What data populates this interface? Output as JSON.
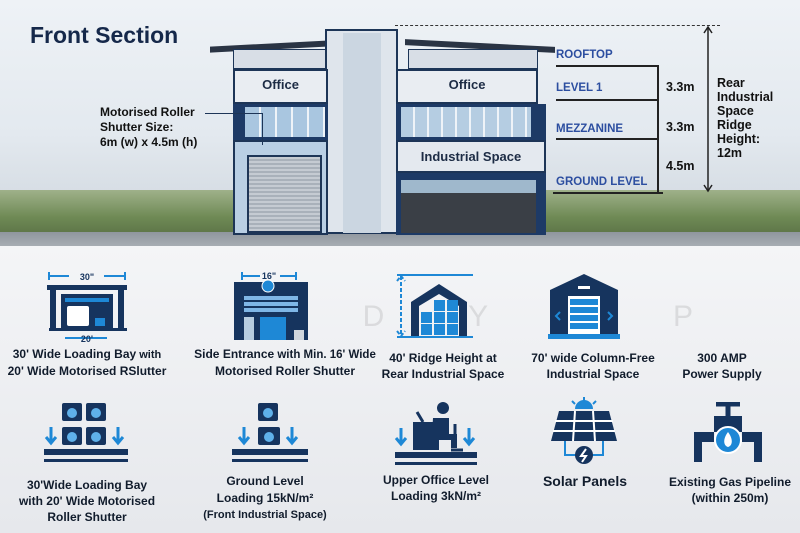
{
  "title": "Front Section",
  "building": {
    "office_left": "Office",
    "office_right": "Office",
    "industrial_space": "Industrial Space",
    "shutter_note": [
      "Motorised Roller",
      "Shutter Size:",
      "6m (w) x 4.5m (h)"
    ]
  },
  "levels": [
    "ROOFTOP",
    "LEVEL 1",
    "MEZZANINE",
    "GROUND LEVEL"
  ],
  "level_heights": [
    "3.3m",
    "3.3m",
    "4.5m"
  ],
  "ridge_note": [
    "Rear",
    "Industrial",
    "Space",
    "Ridge",
    "Height:",
    "12m"
  ],
  "watermark": "O D Y A P",
  "colors": {
    "navy": "#16345e",
    "blue": "#1e88d6",
    "level_text": "#2c4ea0"
  },
  "features_row1": [
    {
      "icon": "loading-bay-icon",
      "dims": [
        "30\"",
        "20'"
      ],
      "line1_bold": "30' Wide Loading Bay",
      "line1_rest": " with",
      "line2": "20' Wide Motorised RSlutter"
    },
    {
      "icon": "side-entrance-icon",
      "dims": [
        "16\""
      ],
      "line1_bold": "Side Entrance",
      "line1_rest": " with Min. 16' Wide",
      "line2": "Motorised Roller Shutter"
    },
    {
      "icon": "ridge-height-icon",
      "line1": "40' Ridge Height at",
      "line2": "Rear Industrial Space"
    },
    {
      "icon": "column-free-warehouse-icon",
      "line1": "70' wide Column-Free",
      "line2": "Industrial Space"
    },
    {
      "icon": "power-icon",
      "line1": "300 AMP",
      "line2": "Power Supply"
    }
  ],
  "features_row2": [
    {
      "icon": "weights-icon",
      "lines": [
        "30'Wide Loading Bay",
        "with 20' Wide Motorised",
        "Roller Shutter"
      ]
    },
    {
      "icon": "weight-icon",
      "lines": [
        "Ground Level",
        "Loading 15kN/m²",
        "(Front Industrial Space)"
      ]
    },
    {
      "icon": "office-worker-icon",
      "lines": [
        "Upper Office Level",
        "Loading 3kN/m²"
      ]
    },
    {
      "icon": "solar-panel-icon",
      "lines": [
        "Solar Panels"
      ]
    },
    {
      "icon": "gas-pipeline-icon",
      "lines": [
        "Existing Gas Pipeline",
        "(within 250m)"
      ]
    }
  ]
}
